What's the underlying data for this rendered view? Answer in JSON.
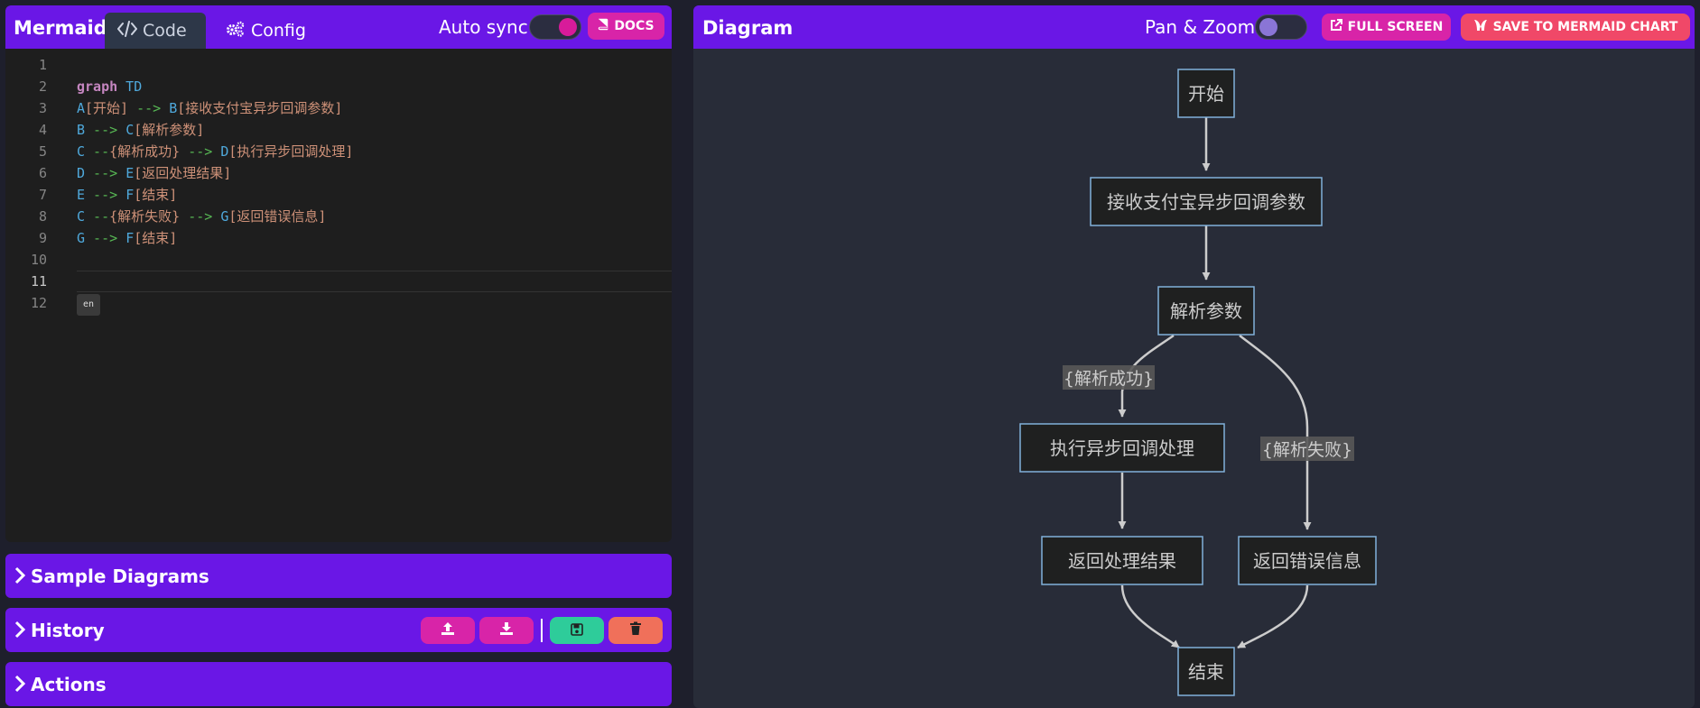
{
  "app": {
    "title": "Mermaid"
  },
  "tabs": {
    "code": "Code",
    "config": "Config"
  },
  "autosync": {
    "label": "Auto sync",
    "enabled": true
  },
  "docs_label": "DOCS",
  "editor": {
    "line_numbers": [
      "1",
      "2",
      "3",
      "4",
      "5",
      "6",
      "7",
      "8",
      "9",
      "10",
      "11",
      "12"
    ],
    "lines": [
      [],
      [
        {
          "t": "graph",
          "c": "kw"
        },
        {
          "t": " TD",
          "c": "id"
        }
      ],
      [
        {
          "t": "A",
          "c": "id"
        },
        {
          "t": "[开始]",
          "c": "str"
        },
        {
          "t": " --> ",
          "c": "arr"
        },
        {
          "t": "B",
          "c": "id"
        },
        {
          "t": "[接收支付宝异步回调参数]",
          "c": "str"
        }
      ],
      [
        {
          "t": "B",
          "c": "id"
        },
        {
          "t": " --> ",
          "c": "arr"
        },
        {
          "t": "C",
          "c": "id"
        },
        {
          "t": "[解析参数]",
          "c": "str"
        }
      ],
      [
        {
          "t": "C",
          "c": "id"
        },
        {
          "t": " --",
          "c": "arr"
        },
        {
          "t": "{解析成功}",
          "c": "str"
        },
        {
          "t": " --> ",
          "c": "arr"
        },
        {
          "t": "D",
          "c": "id"
        },
        {
          "t": "[执行异步回调处理]",
          "c": "str"
        }
      ],
      [
        {
          "t": "D",
          "c": "id"
        },
        {
          "t": " --> ",
          "c": "arr"
        },
        {
          "t": "E",
          "c": "id"
        },
        {
          "t": "[返回处理结果]",
          "c": "str"
        }
      ],
      [
        {
          "t": "E",
          "c": "id"
        },
        {
          "t": " --> ",
          "c": "arr"
        },
        {
          "t": "F",
          "c": "id"
        },
        {
          "t": "[结束]",
          "c": "str"
        }
      ],
      [
        {
          "t": "C",
          "c": "id"
        },
        {
          "t": " --",
          "c": "arr"
        },
        {
          "t": "{解析失败}",
          "c": "str"
        },
        {
          "t": " --> ",
          "c": "arr"
        },
        {
          "t": "G",
          "c": "id"
        },
        {
          "t": "[返回错误信息]",
          "c": "str"
        }
      ],
      [
        {
          "t": "G",
          "c": "id"
        },
        {
          "t": " --> ",
          "c": "arr"
        },
        {
          "t": "F",
          "c": "id"
        },
        {
          "t": "[结束]",
          "c": "str"
        }
      ],
      [],
      [],
      []
    ],
    "current_line": 11,
    "lightbulb_label": "en"
  },
  "sections": {
    "sample": "Sample Diagrams",
    "history": "History",
    "actions": "Actions"
  },
  "diagram": {
    "title": "Diagram",
    "panzoom_label": "Pan & Zoom",
    "panzoom_enabled": false,
    "fullscreen_label": "FULL SCREEN",
    "save_label": "SAVE TO MERMAID CHART",
    "nodes": {
      "A": "开始",
      "B": "接收支付宝异步回调参数",
      "C": "解析参数",
      "D": "执行异步回调处理",
      "E": "返回处理结果",
      "G": "返回错误信息",
      "F": "结束"
    },
    "edge_labels": {
      "success": "{解析成功}",
      "failure": "{解析失败}"
    }
  },
  "colors": {
    "brand_purple": "#6a17e6",
    "pink": "#d824a8",
    "save_chart": "#f04868",
    "history_save": "#2ecc9a",
    "history_delete": "#f0705a"
  },
  "icons": {
    "code_tab": "code-brackets-icon",
    "config_tab": "gears-icon",
    "docs": "book-icon",
    "fullscreen": "external-link-icon",
    "save_chart": "mermaid-chart-logo-icon",
    "history_upload": "upload-icon",
    "history_download": "download-icon",
    "history_save": "save-icon",
    "history_delete": "trash-icon",
    "section": "chevron-right-icon"
  }
}
